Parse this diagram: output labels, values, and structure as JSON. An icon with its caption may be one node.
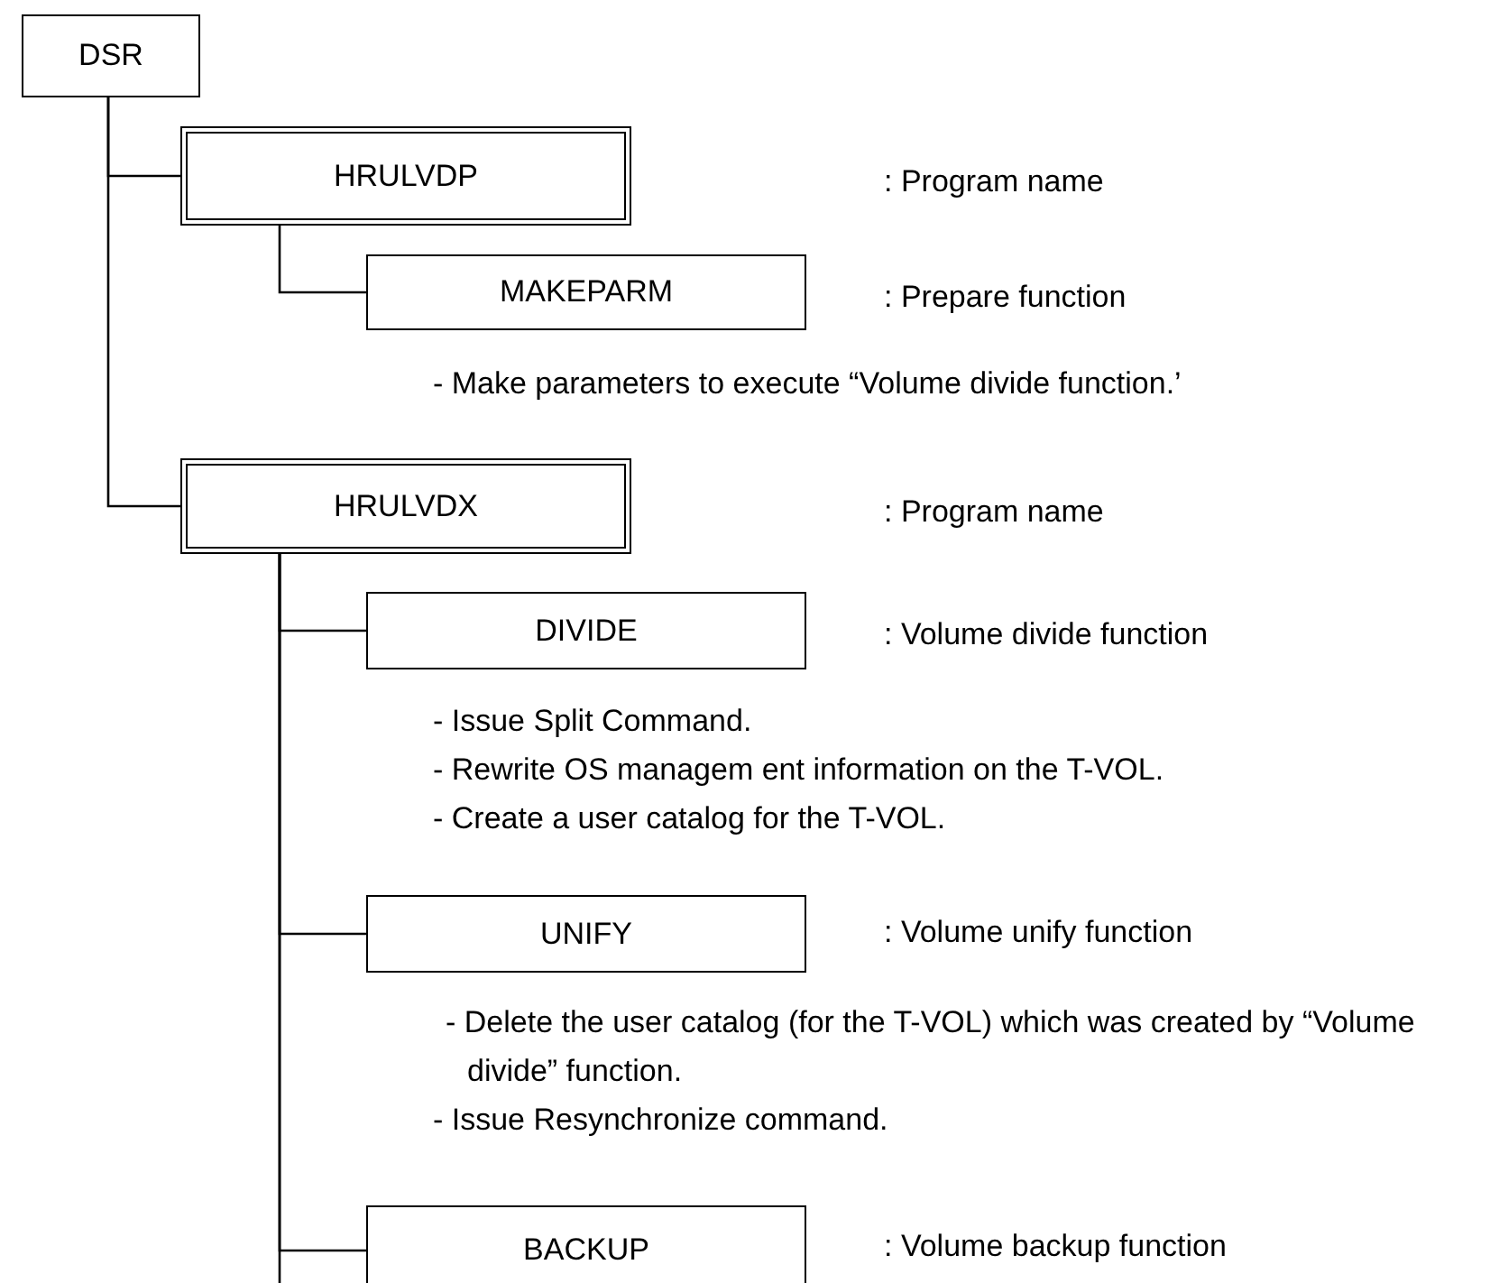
{
  "diagram": {
    "nodes": [
      {
        "text": [
          "DSR"
        ]
      },
      {
        "text": [
          "HRULVDP"
        ]
      },
      {
        "text": [
          "MAKEPARM"
        ]
      },
      {
        "text": [
          "HRULVDX"
        ]
      },
      {
        "text": [
          "DIVIDE"
        ]
      },
      {
        "text": [
          "UNIFY"
        ]
      },
      {
        "text": [
          "BACKUP"
        ]
      }
    ],
    "edges": [
      {
        "from": 0,
        "to": 1,
        "arrow": "none"
      },
      {
        "from": 0,
        "to": 3,
        "arrow": "none"
      },
      {
        "from": 1,
        "to": 2,
        "arrow": "none"
      },
      {
        "from": 3,
        "to": 4,
        "arrow": "none"
      },
      {
        "from": 3,
        "to": 5,
        "arrow": "none"
      },
      {
        "from": 3,
        "to": 6,
        "arrow": "none"
      },
      {
        "from": 3,
        "to": null,
        "arrow": "none"
      }
    ],
    "labels": [
      ": Program name",
      ": Prepare function",
      "- Make parameters to execute “Volume divide function.’",
      ": Program name",
      ": Volume divide function",
      "- Issue Split Command.",
      "- Rewrite OS managem ent information on the T-VOL.",
      "- Create a user catalog for the T-VOL.",
      ": Volume unify function",
      "- Delete the user catalog (for the T-VOL) which was created by “Volume divide” function.",
      "- Issue Resynchronize command.",
      ": Volume backup function"
    ]
  }
}
